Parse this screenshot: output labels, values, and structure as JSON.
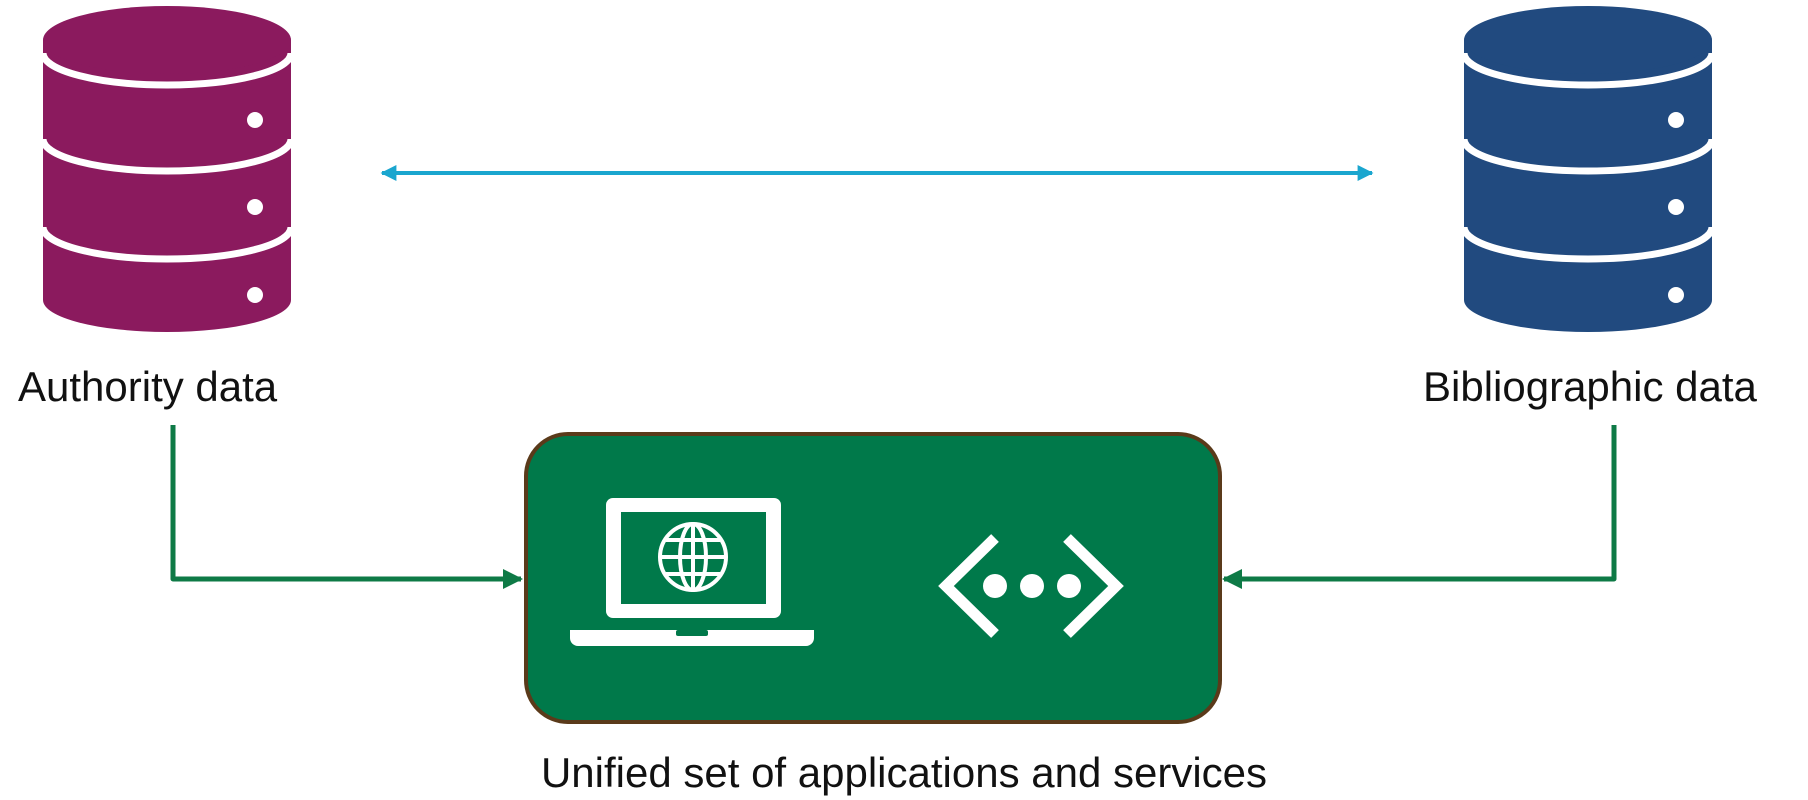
{
  "nodes": {
    "authority": {
      "label": "Authority data",
      "icon": "database-icon",
      "color": "#8B1A5E"
    },
    "bibliographic": {
      "label": "Bibliographic data",
      "icon": "database-icon",
      "color": "#214A7F"
    },
    "services": {
      "label": "Unified set of applications and services",
      "icons": [
        "laptop-globe-icon",
        "network-code-icon"
      ],
      "fill": "#00794A",
      "border": "#5A3A1A"
    }
  },
  "connectors": {
    "databases_link": {
      "color": "#1AA6CF",
      "direction": "both"
    },
    "to_services": {
      "color": "#0E7A46"
    }
  }
}
